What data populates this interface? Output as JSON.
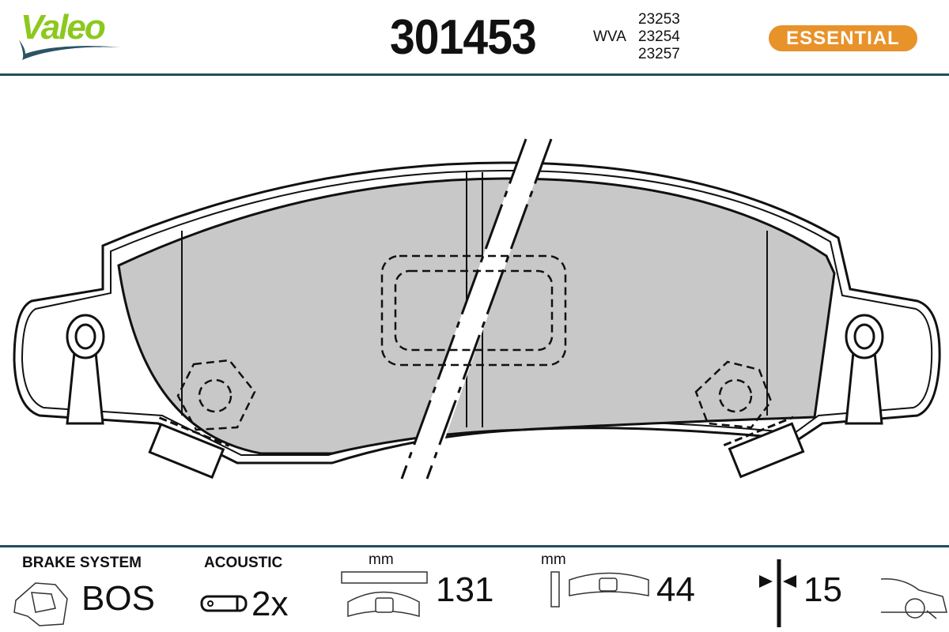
{
  "header": {
    "brand": "Valeo",
    "part_number": "301453",
    "wva_label": "WVA",
    "wva_numbers": [
      "23253",
      "23254",
      "23257"
    ],
    "badge": "ESSENTIAL",
    "accent_color": "#e8922a",
    "brand_color": "#8cc81e",
    "rule_color": "#1f4e5f"
  },
  "footer": {
    "brake_system": {
      "label": "BRAKE SYSTEM",
      "value": "BOS"
    },
    "acoustic": {
      "label": "ACOUSTIC",
      "value": "2x"
    },
    "width": {
      "unit": "mm",
      "value": "131"
    },
    "height": {
      "unit": "mm",
      "value": "44"
    },
    "thickness": {
      "value": "15"
    }
  }
}
